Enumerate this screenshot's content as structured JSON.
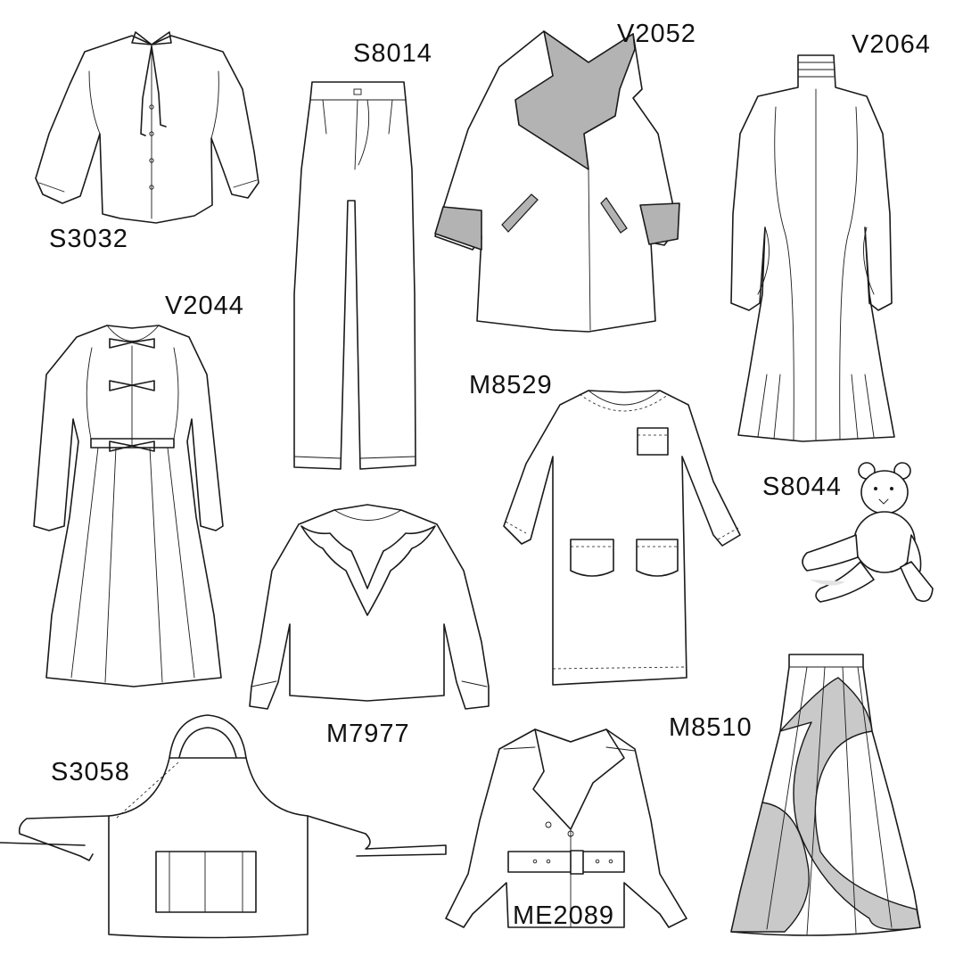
{
  "colors": {
    "line": "#1a1a1a",
    "contrast_fill": "#b3b3b3",
    "skirt_fill": "#c9c9c9",
    "background": "#ffffff"
  },
  "labels": {
    "s3032": "S3032",
    "s8014": "S8014",
    "v2052": "V2052",
    "v2064": "V2064",
    "v2044": "V2044",
    "m8529": "M8529",
    "s8044": "S8044",
    "m7977": "M7977",
    "s3058": "S3058",
    "me2089": "ME2089",
    "m8510": "M8510"
  },
  "items": {
    "s3032": "bow-blouse-icon",
    "s8014": "trousers-icon",
    "v2052": "coat-icon",
    "v2064": "turtleneck-dress-icon",
    "v2044": "tie-front-dress-icon",
    "m8529": "pocket-dress-icon",
    "s8044": "teddy-bear-icon",
    "m7977": "ruffle-blouse-icon",
    "s3058": "apron-icon",
    "me2089": "cropped-jacket-icon",
    "m8510": "panel-skirt-icon"
  }
}
